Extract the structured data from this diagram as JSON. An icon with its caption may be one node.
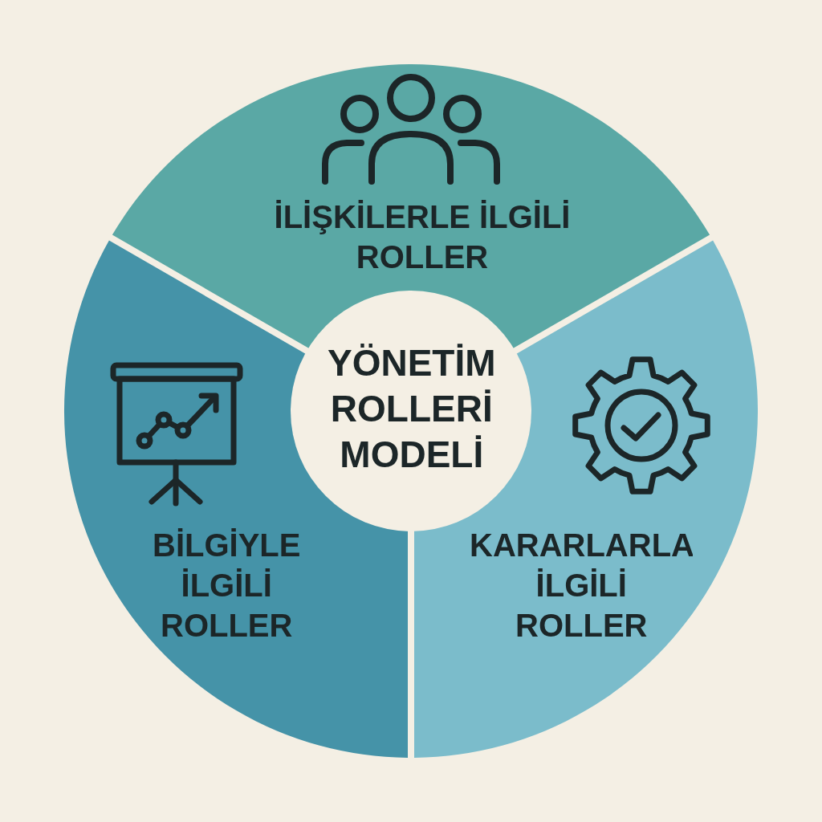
{
  "diagram": {
    "nodes": [
      {
        "text": [
          "İLİŞKİLERLE İLGİLİ ROLLER"
        ]
      },
      {
        "text": [
          "YÖNETİM ROLLERİ MODELİ"
        ]
      },
      {
        "text": [
          "BİLGİYLE İLGİLİ ROLLER"
        ]
      },
      {
        "text": [
          "KARARLARLA İLGİLİ ROLLER"
        ]
      }
    ]
  }
}
